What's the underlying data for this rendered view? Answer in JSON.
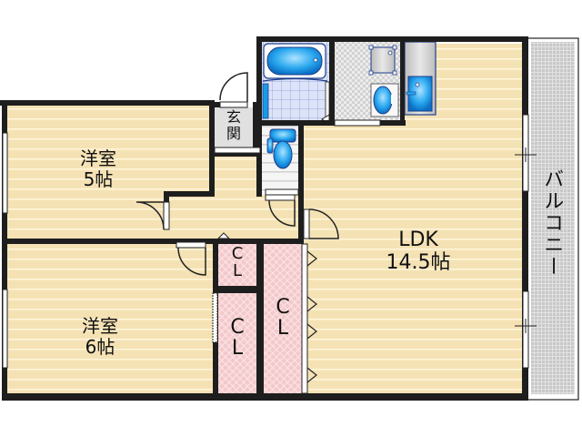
{
  "floor_plan": {
    "colors": {
      "wall": "#1e1e1e",
      "floor": "#f5e2b4",
      "floor_line": "#fff6dc",
      "closet": "#f4c9cc",
      "wet_area": "#e6e6e6",
      "fixture_blue": "#1a9be6",
      "tile_blue": "#d4dcf5",
      "balcony": "#d9d9d9"
    },
    "rooms": [
      {
        "id": "western-room-1",
        "name": "洋室",
        "size": "5帖"
      },
      {
        "id": "western-room-2",
        "name": "洋室",
        "size": "6帖"
      },
      {
        "id": "ldk",
        "name": "LDK",
        "size": "14.5帖"
      },
      {
        "id": "entrance",
        "name": "玄関"
      },
      {
        "id": "balcony",
        "name": "バルコニー"
      }
    ],
    "closets": [
      {
        "id": "closet-small",
        "line1": "C",
        "line2": "L"
      },
      {
        "id": "closet-left",
        "line1": "C",
        "line2": "L"
      },
      {
        "id": "closet-right",
        "line1": "C",
        "line2": "L"
      }
    ],
    "fixtures": [
      "bathtub",
      "washbasin",
      "washing-machine-pan",
      "kitchen-sink",
      "toilet"
    ]
  }
}
